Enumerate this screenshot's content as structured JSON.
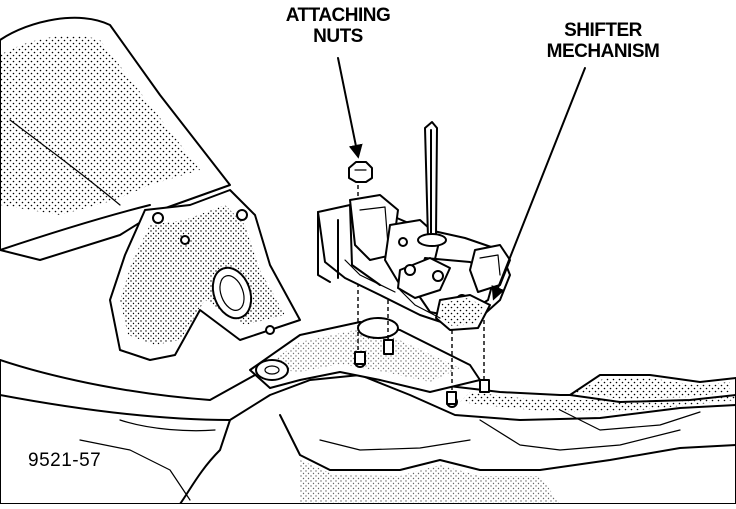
{
  "labels": {
    "attaching_line1": "ATTACHING",
    "attaching_line2": "NUTS",
    "shifter_line1": "SHIFTER",
    "shifter_line2": "MECHANISM"
  },
  "figure_number": "9521-57"
}
